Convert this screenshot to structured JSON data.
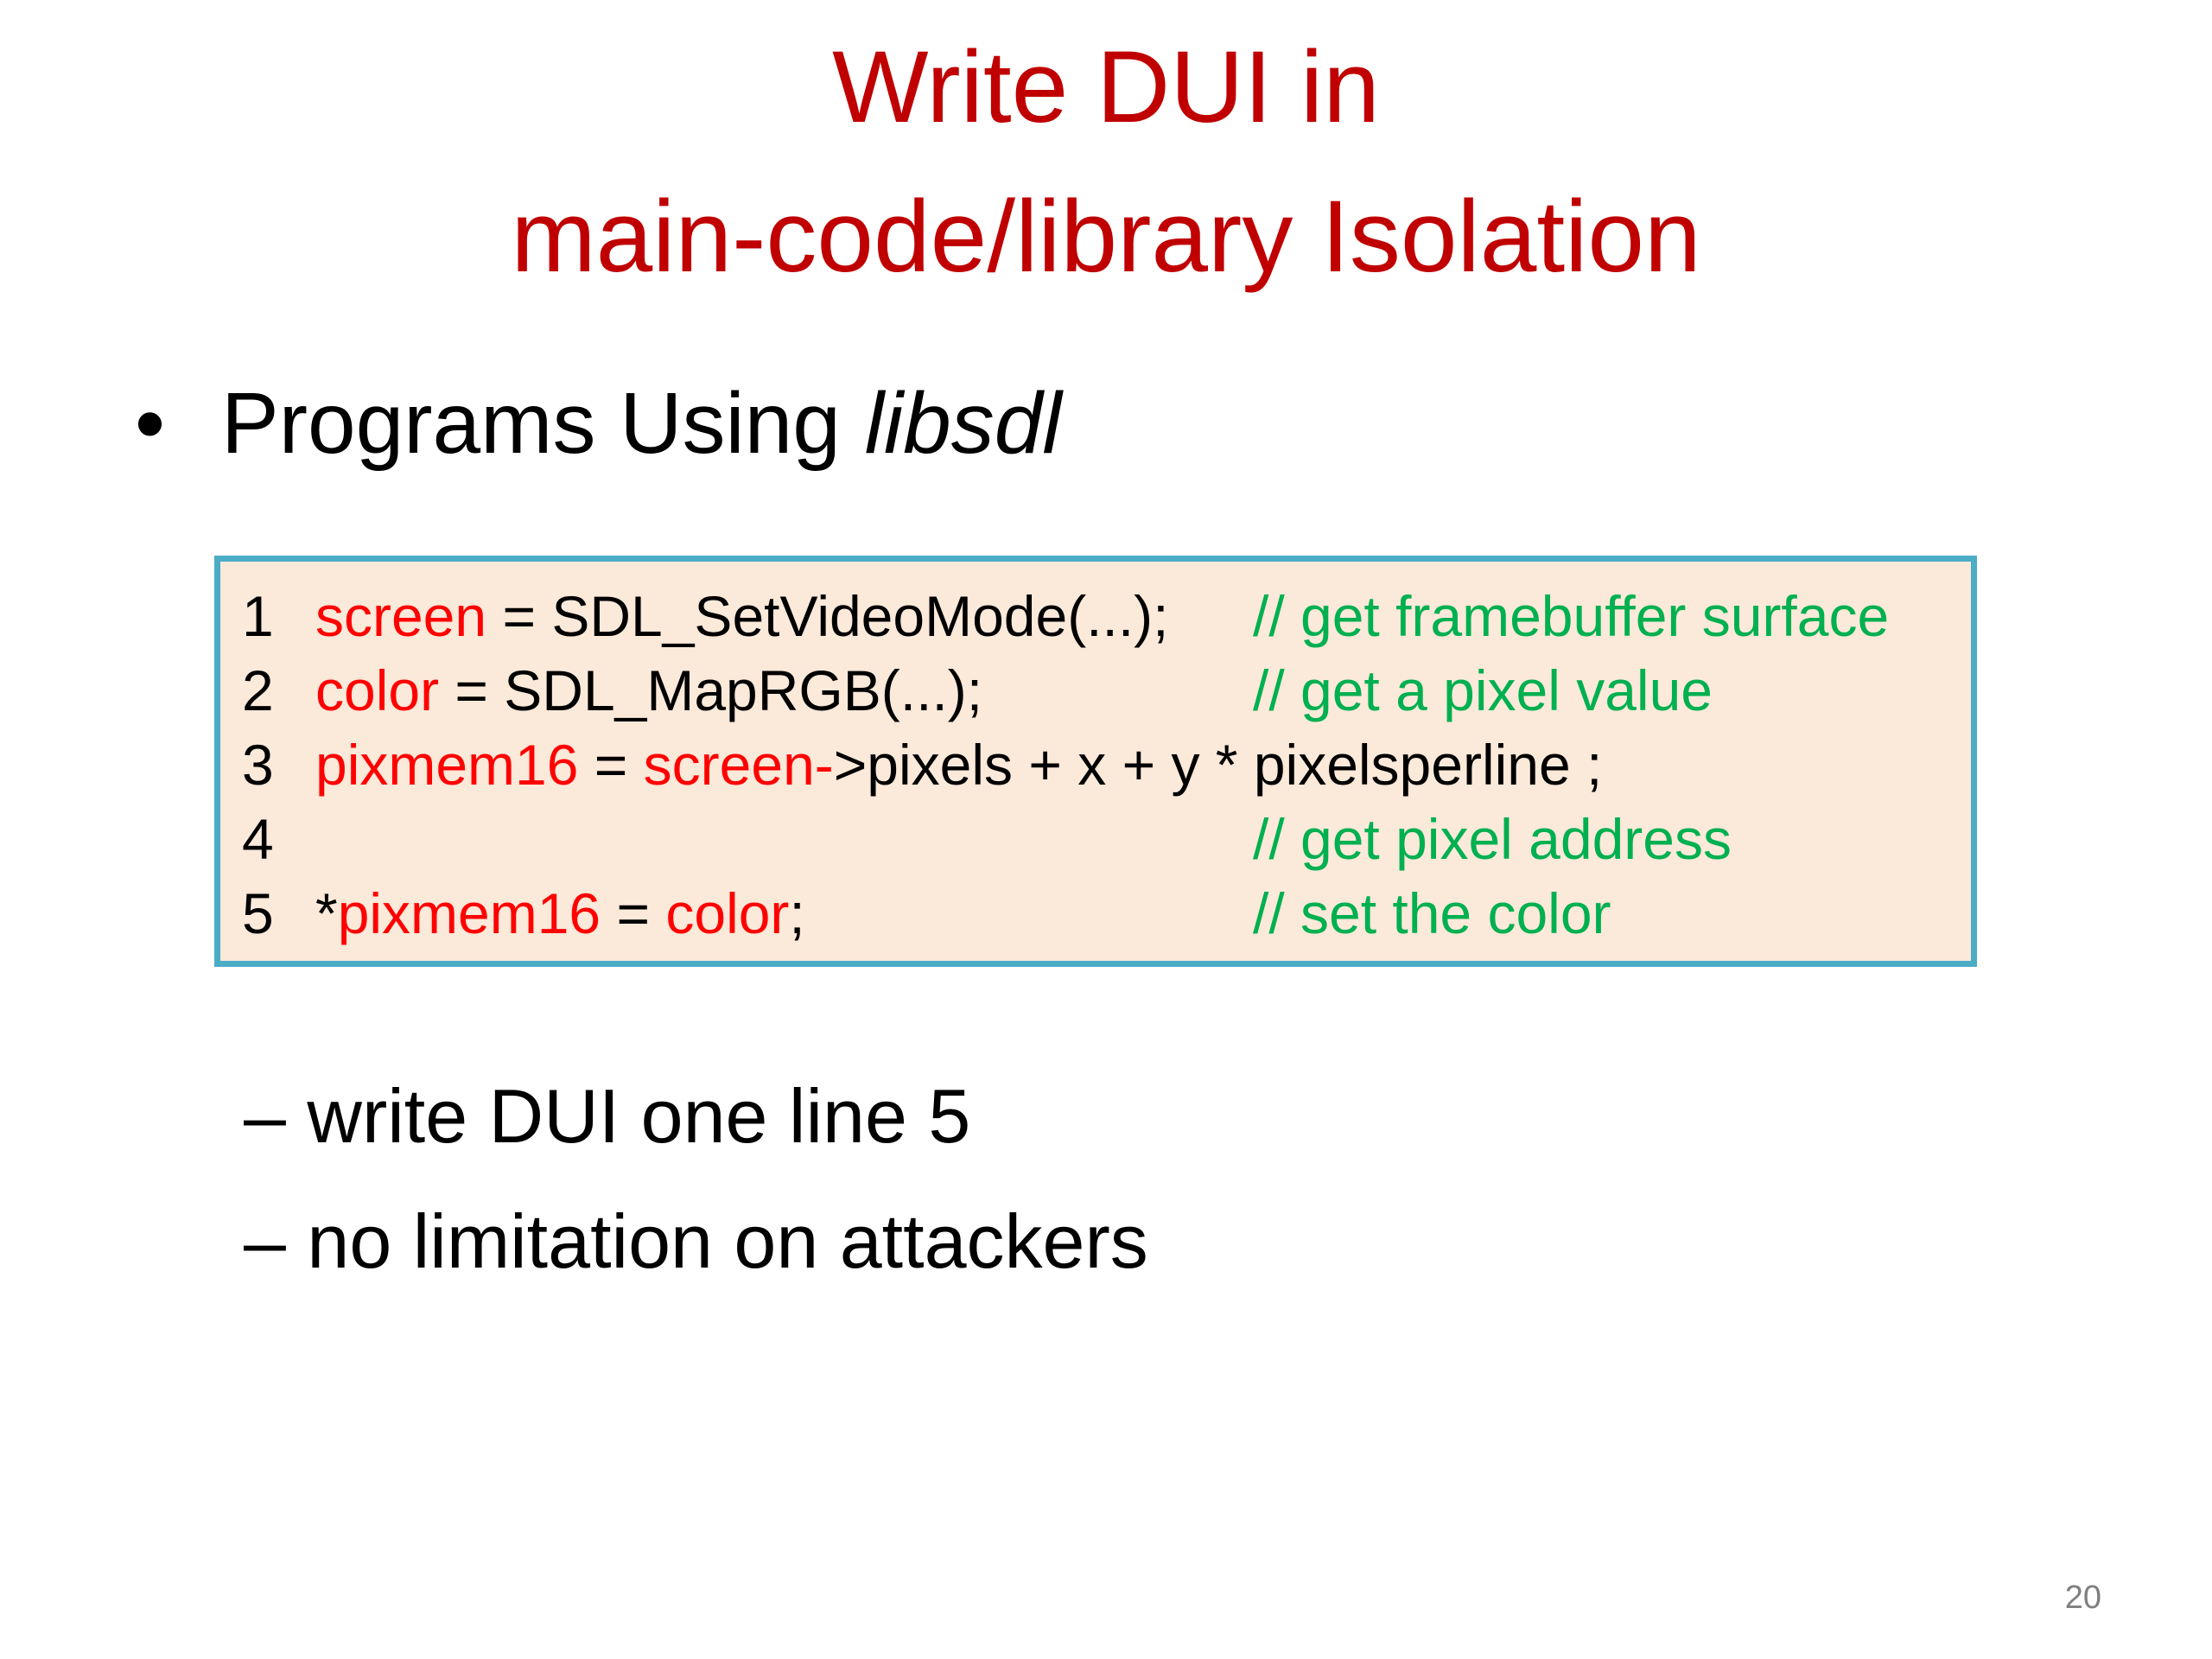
{
  "slide": {
    "title_line_1": "Write DUI in",
    "title_line_2": "main-code/library Isolation",
    "bullet": {
      "marker": "•",
      "text_prefix": "Programs Using ",
      "text_italic": "libsdl"
    },
    "code": [
      {
        "num": "1",
        "segments": [
          {
            "text": "screen",
            "style": "red"
          },
          {
            "text": " = SDL_SetVideoMode(...);",
            "style": "black"
          }
        ],
        "comment": "// get framebuffer surface"
      },
      {
        "num": "2",
        "segments": [
          {
            "text": "color",
            "style": "red"
          },
          {
            "text": " = SDL_MapRGB(...);",
            "style": "black"
          }
        ],
        "comment": "// get a pixel value"
      },
      {
        "num": "3",
        "segments": [
          {
            "text": "pixmem16",
            "style": "red"
          },
          {
            "text": " = ",
            "style": "black"
          },
          {
            "text": "screen-",
            "style": "red"
          },
          {
            "text": ">pixels + x + y * pixelsperline ;",
            "style": "black"
          }
        ],
        "comment": ""
      },
      {
        "num": "4",
        "segments": [],
        "comment": "// get pixel address"
      },
      {
        "num": "5",
        "segments": [
          {
            "text": "*",
            "style": "black"
          },
          {
            "text": "pixmem16",
            "style": "red"
          },
          {
            "text": " = ",
            "style": "black"
          },
          {
            "text": "color",
            "style": "red"
          },
          {
            "text": ";",
            "style": "black"
          }
        ],
        "comment": "// set the color"
      }
    ],
    "sub_bullets": [
      "– write DUI one line 5",
      "– no limitation on attackers"
    ],
    "page_number": "20"
  },
  "colors": {
    "title": "#c00000",
    "code_keyword": "#ff0000",
    "comment": "#00b050",
    "box_border": "#4bacc6",
    "box_fill": "#fbe9da"
  }
}
